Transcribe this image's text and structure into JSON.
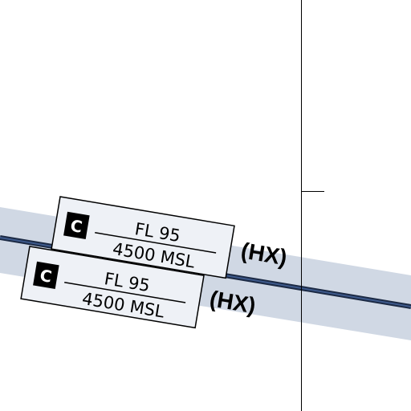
{
  "colors": {
    "background": "#ffffff",
    "airspace_band": "#d0d8e4",
    "boundary_line": "#1c2a44",
    "boundary_core": "#3e5a8c",
    "meridian_line": "#000000",
    "label_box_fill": "#eef1f6",
    "class_badge": "#000000",
    "class_badge_text": "#ffffff"
  },
  "airspace_labels": [
    {
      "class_letter": "C",
      "ceiling": "FL 95",
      "floor": "4500 MSL",
      "hours": "(HX)"
    },
    {
      "class_letter": "C",
      "ceiling": "FL 95",
      "floor": "4500 MSL",
      "hours": "(HX)"
    }
  ]
}
